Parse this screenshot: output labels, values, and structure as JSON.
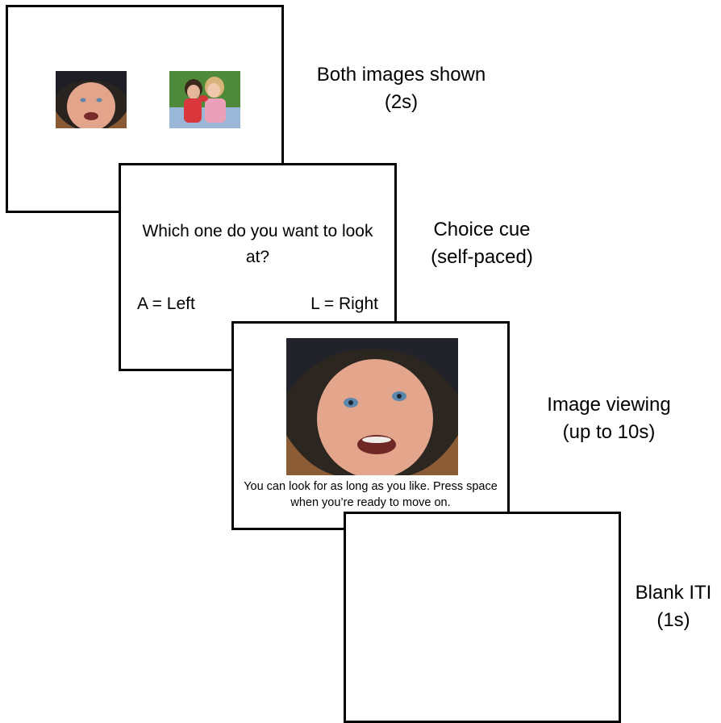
{
  "stages": [
    {
      "label_line1": "Both images shown",
      "label_line2": "(2s)"
    },
    {
      "label_line1": "Choice cue",
      "label_line2": "(self-paced)",
      "question": "Which one do you want to look at?",
      "key_left": "A = Left",
      "key_right": "L = Right"
    },
    {
      "label_line1": "Image viewing",
      "label_line2": "(up to 10s)",
      "caption": "You can look for as long as you like. Press space when you’re ready to move on."
    },
    {
      "label_line1": "Blank ITI",
      "label_line2": "(1s)"
    }
  ],
  "images": {
    "left": "crying-baby-photo",
    "right": "two-girls-eating-watermelon-photo",
    "viewing": "crying-baby-photo"
  }
}
